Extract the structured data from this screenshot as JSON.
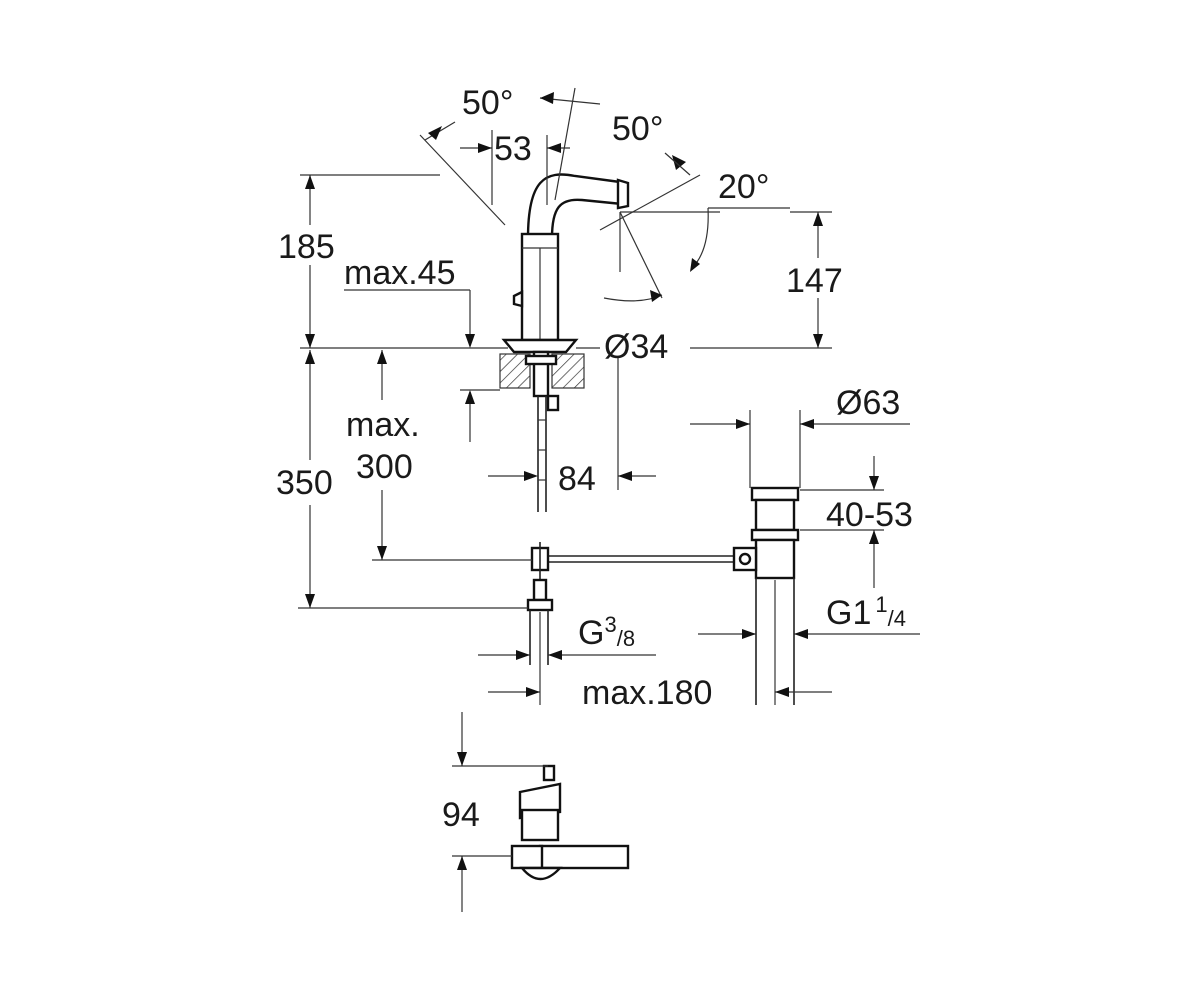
{
  "diagram": {
    "labels": {
      "angle_spout_left": "50°",
      "angle_spout_right": "50°",
      "width_spout": "53",
      "angle_aerator": "20°",
      "height_total": "185",
      "height_spout": "147",
      "deck_max": "max.45",
      "diameter_base": "Ø34",
      "diameter_waste": "Ø63",
      "depth_max_line1": "max.",
      "depth_max_line2": "300",
      "height_below": "350",
      "reach": "84",
      "waste_range": "40-53",
      "thread_supply_main": "G",
      "thread_supply_sup": "3",
      "thread_supply_sub": "/8",
      "thread_waste_main": "G1",
      "thread_waste_sup": "1",
      "thread_waste_sub": "/4",
      "pop_up_max": "max.180",
      "handle_height": "94"
    }
  }
}
